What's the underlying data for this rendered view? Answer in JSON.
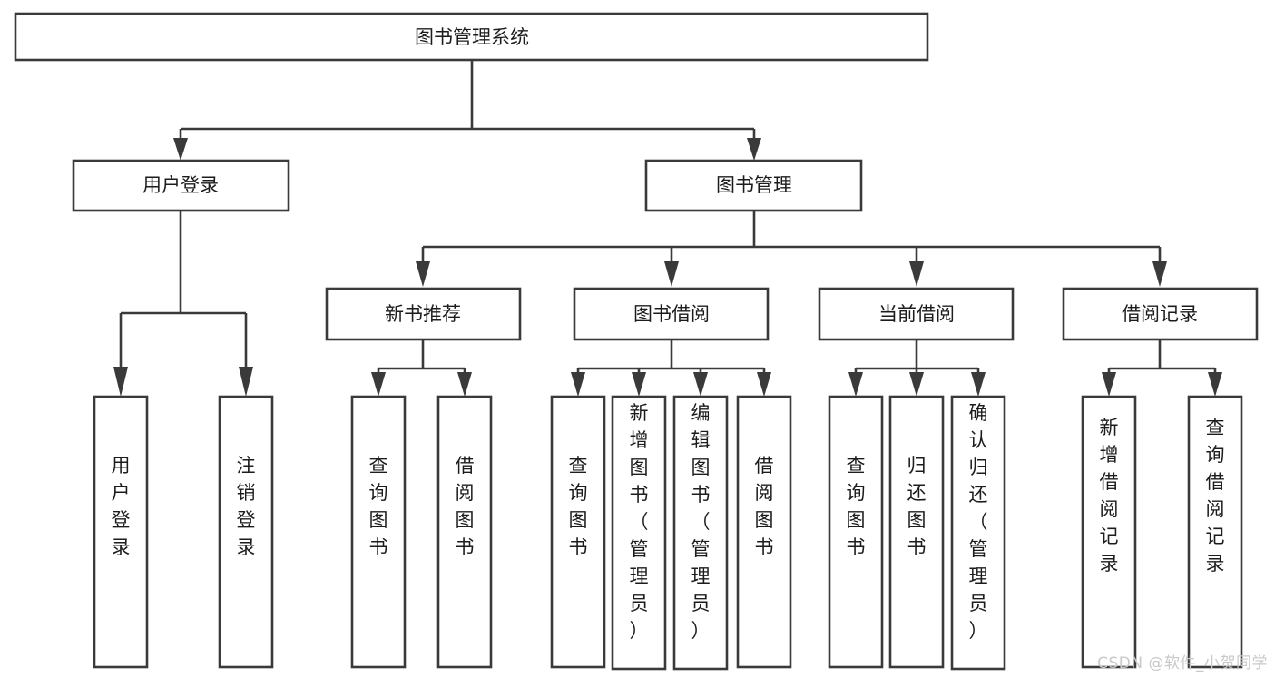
{
  "diagram": {
    "title": "图书管理系统",
    "type": "tree-hierarchy",
    "watermark": "CSDN @软件_小贺同学",
    "root": {
      "id": "root",
      "label": "图书管理系统"
    },
    "level1": [
      {
        "id": "user-login",
        "label": "用户登录"
      },
      {
        "id": "book-manage",
        "label": "图书管理"
      }
    ],
    "level2": [
      {
        "id": "new-book-recommend",
        "label": "新书推荐",
        "parent": "book-manage"
      },
      {
        "id": "book-borrow",
        "label": "图书借阅",
        "parent": "book-manage"
      },
      {
        "id": "current-borrow",
        "label": "当前借阅",
        "parent": "book-manage"
      },
      {
        "id": "borrow-record",
        "label": "借阅记录",
        "parent": "book-manage"
      }
    ],
    "leaves": {
      "user-login": [
        {
          "id": "leaf-user-login",
          "label": "用户登录"
        },
        {
          "id": "leaf-user-logout",
          "label": "注销登录"
        }
      ],
      "new-book-recommend": [
        {
          "id": "leaf-query-book-1",
          "label": "查询图书"
        },
        {
          "id": "leaf-borrow-book-1",
          "label": "借阅图书"
        }
      ],
      "book-borrow": [
        {
          "id": "leaf-query-book-2",
          "label": "查询图书"
        },
        {
          "id": "leaf-add-book",
          "label": "新增图书（管理员）"
        },
        {
          "id": "leaf-edit-book",
          "label": "编辑图书（管理员）"
        },
        {
          "id": "leaf-borrow-book-2",
          "label": "借阅图书"
        }
      ],
      "current-borrow": [
        {
          "id": "leaf-query-book-3",
          "label": "查询图书"
        },
        {
          "id": "leaf-return-book",
          "label": "归还图书"
        },
        {
          "id": "leaf-confirm-return",
          "label": "确认归还（管理员）"
        }
      ],
      "borrow-record": [
        {
          "id": "leaf-add-record",
          "label": "新增借阅记录"
        },
        {
          "id": "leaf-query-record",
          "label": "查询借阅记录"
        }
      ]
    },
    "colors": {
      "stroke": "#3a3a3a",
      "fill": "#ffffff",
      "text": "#1c1c1c",
      "watermark": "#c9c9c9",
      "background": "#ffffff"
    }
  }
}
